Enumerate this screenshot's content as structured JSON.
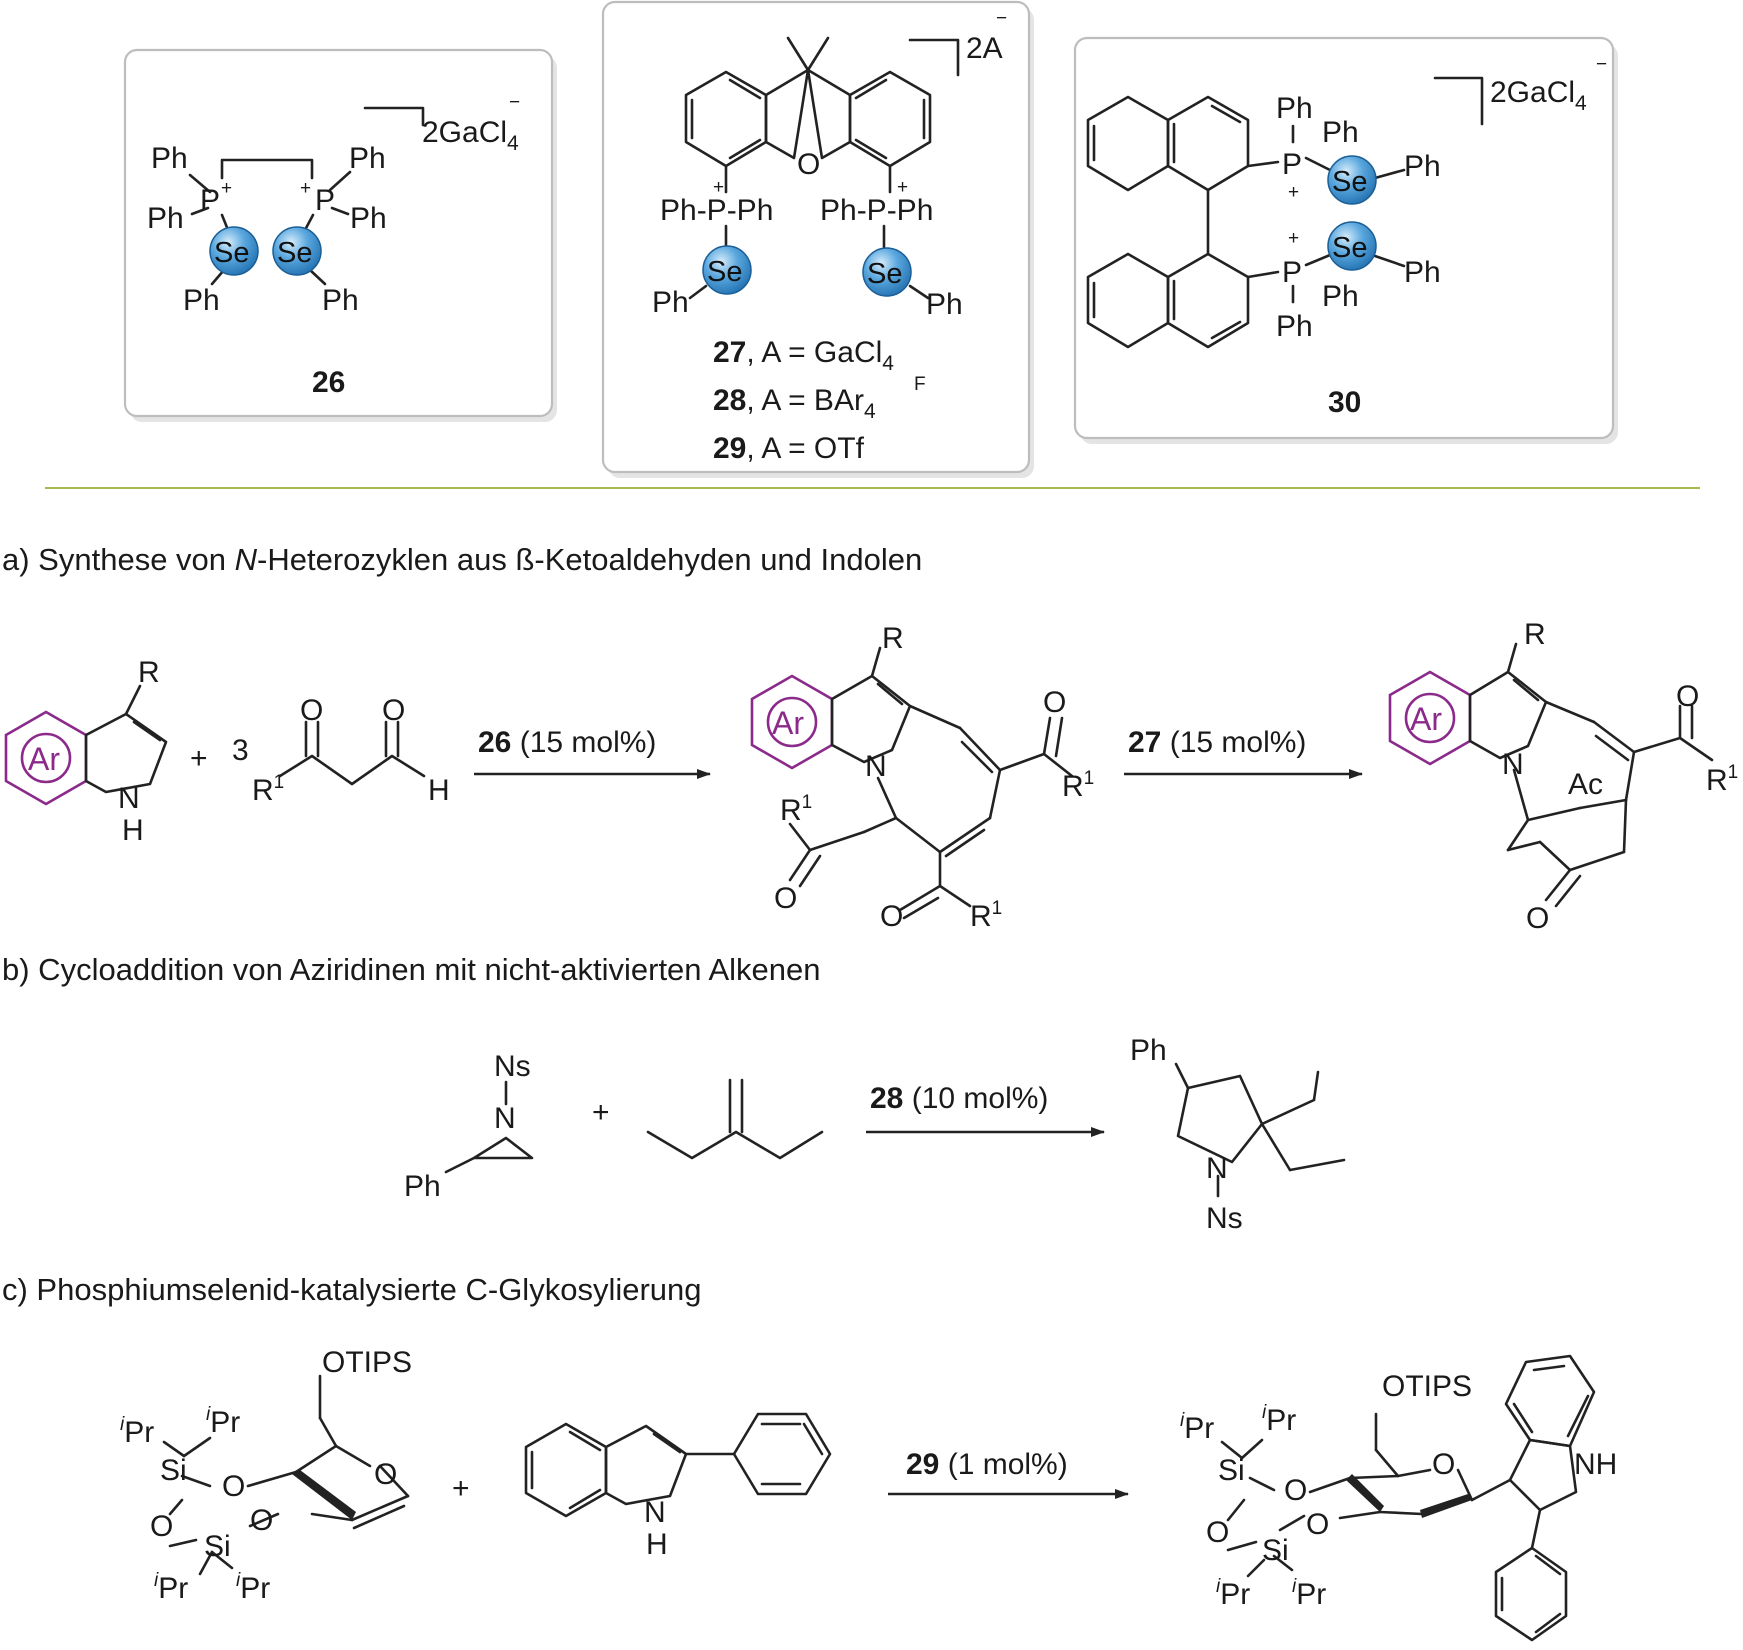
{
  "catalysts": {
    "c26": {
      "id": "26",
      "charge": "2GaCl",
      "charge_sub": "4",
      "charge_sup": "−"
    },
    "c27_29": {
      "charge": "2A",
      "charge_sup": "−",
      "rows": [
        {
          "num": "27",
          "text": ", A = GaCl",
          "sub": "4",
          "sup": ""
        },
        {
          "num": "28",
          "text": ", A = BAr",
          "sub": "4",
          "sup": "F"
        },
        {
          "num": "29",
          "text": ", A = OTf",
          "sub": "",
          "sup": ""
        }
      ]
    },
    "c30": {
      "id": "30",
      "charge": "2GaCl",
      "charge_sub": "4",
      "charge_sup": "−"
    }
  },
  "atoms": {
    "ph": "Ph",
    "se": "Se",
    "p": "P",
    "o": "O",
    "n": "N",
    "h": "H",
    "nh": "NH",
    "r": "R",
    "r1": "R",
    "r1_sup": "1",
    "ar": "Ar",
    "ac": "Ac",
    "ns": "Ns",
    "si": "Si",
    "ipr": "Pr",
    "ipr_sup": "i",
    "otips": "OTIPS",
    "plus": "+",
    "three": "3"
  },
  "sections": {
    "a": {
      "pre": "a) Synthese von ",
      "italic": "N",
      "post": "-Heterozyklen aus ß-Ketoaldehyden und Indolen"
    },
    "b": {
      "title": "b) Cycloaddition von Aziridinen mit nicht-aktivierten Alkenen"
    },
    "c": {
      "title": "c) Phosphiumselenid-katalysierte C-Glykosylierung"
    }
  },
  "reactions": {
    "a1": {
      "cat": "26",
      "cond": " (15 mol%)"
    },
    "a2": {
      "cat": "27",
      "cond": " (15 mol%)"
    },
    "b": {
      "cat": "28",
      "cond": " (10 mol%)"
    },
    "c": {
      "cat": "29",
      "cond": " (1 mol%)"
    }
  },
  "colors": {
    "se_sphere": "#2f86c8",
    "ar_ring": "#8b2a8a",
    "separator": "#a8b84a"
  }
}
